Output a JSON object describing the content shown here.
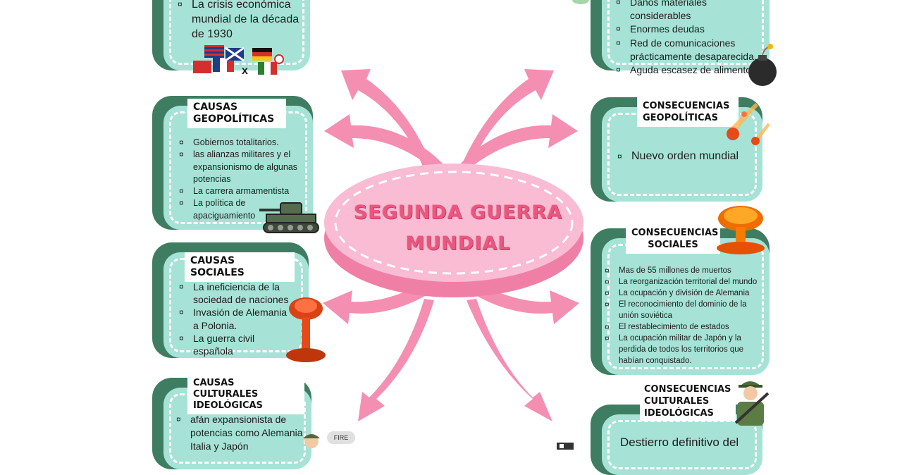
{
  "center": {
    "title_line1": "SEGUNDA GUERRA",
    "title_line2": "MUNDIAL"
  },
  "colors": {
    "card_dark": "#3f7d62",
    "card_light": "#a6e3d6",
    "arrow_pink": "#f48fb1",
    "title_pink": "#e9577f"
  },
  "causas_economicas": {
    "items": [
      "La crisis económica mundial de la década de 1930"
    ]
  },
  "causas_geopoliticas": {
    "title": "CAUSAS GEOPOLÍTICAS",
    "items": [
      "Gobiernos totalitarios.",
      "las alianzas militares y el expansionismo de algunas potencias",
      "La carrera armamentista",
      "La política de apaciguamiento"
    ]
  },
  "causas_sociales": {
    "title": "CAUSAS SOCIALES",
    "items": [
      "La ineficiencia de la sociedad de naciones",
      "Invasión de Alemania a Polonia.",
      "La guerra civil española"
    ]
  },
  "causas_culturales": {
    "title": "CAUSAS CULTURALES IDEOLÓGICAS",
    "items": [
      "afán expansionista de potencias como Alemania Italia y Japón"
    ]
  },
  "consecuencias_economicas": {
    "items": [
      "Daños materiales considerables",
      "Enormes deudas",
      "Red de comunicaciones prácticamente desaparecida.",
      "Aguda escasez de alimentos"
    ]
  },
  "consecuencias_geopoliticas": {
    "title": "CONSECUENCIAS GEOPOLÍTICAS",
    "items": [
      "Nuevo orden mundial"
    ]
  },
  "consecuencias_sociales": {
    "title": "CONSECUENCIAS SOCIALES",
    "items": [
      "Mas de 55 millones de muertos",
      "La reorganización territorial del mundo",
      "La ocupación y división de Alemania",
      "El reconocimiento del dominio de la unión soviética",
      "El restablecimiento de estados",
      "La ocupación militar de Japón y la perdida de todos los territorios que habían conquistado."
    ]
  },
  "consecuencias_culturales": {
    "title": "CONSECUENCIAS CULTURALES IDEOLÓGICAS",
    "text": "Destierro definitivo del"
  },
  "decorations": {
    "flags_separator": "x",
    "fire_sign": "FIRE",
    "icons": [
      "flags-icon",
      "bomb-icon",
      "meteor-icon",
      "tank-icon",
      "nuclear-explosion-icon",
      "explosion-icon",
      "soldier-icon",
      "cannon-soldier-icon"
    ]
  }
}
